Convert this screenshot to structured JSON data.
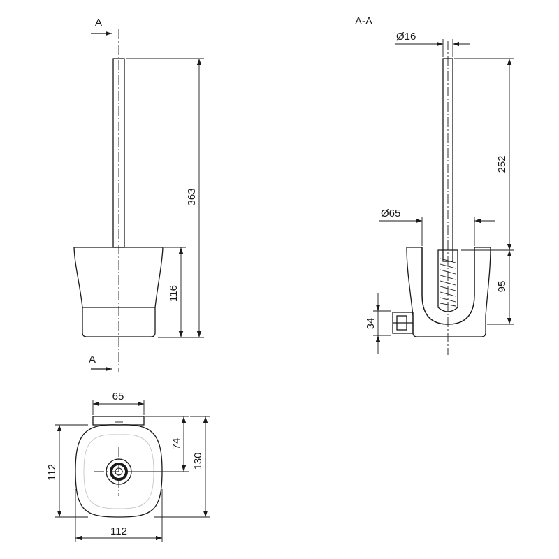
{
  "front_view": {
    "section_marker_top": "A",
    "section_marker_bottom": "A",
    "dim_total_height": "363",
    "dim_base_height": "116"
  },
  "section_view": {
    "title": "A-A",
    "dim_handle_diameter": "Ø16",
    "dim_handle_length": "252",
    "dim_inner_diameter": "Ø65",
    "dim_holder_height": "95",
    "dim_mount_height": "34"
  },
  "top_view": {
    "dim_mount_width": "65",
    "dim_depth_to_axis": "74",
    "dim_total_depth": "130",
    "dim_left_height": "112",
    "dim_bottom_width": "112"
  },
  "colors": {
    "line": "#1a1a1a",
    "background": "#ffffff"
  }
}
